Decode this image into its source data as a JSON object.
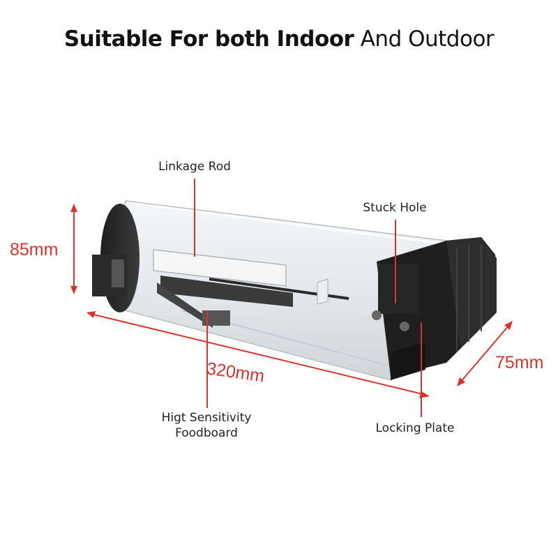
{
  "title": {
    "bold": "Suitable For both Indoor",
    "regular": "And Outdoor"
  },
  "callouts": {
    "linkage_rod": "Linkage Rod",
    "stuck_hole": "Stuck Hole",
    "foodboard_line1": "Higt Sensitivity",
    "foodboard_line2": "Foodboard",
    "locking_plate": "Locking Plate"
  },
  "dimensions": {
    "height": "85mm",
    "length": "320mm",
    "width": "75mm"
  },
  "colors": {
    "dimension": "#d9332e",
    "body_dark": "#2a2a2a",
    "transparent_tube": "#e9ecef"
  }
}
